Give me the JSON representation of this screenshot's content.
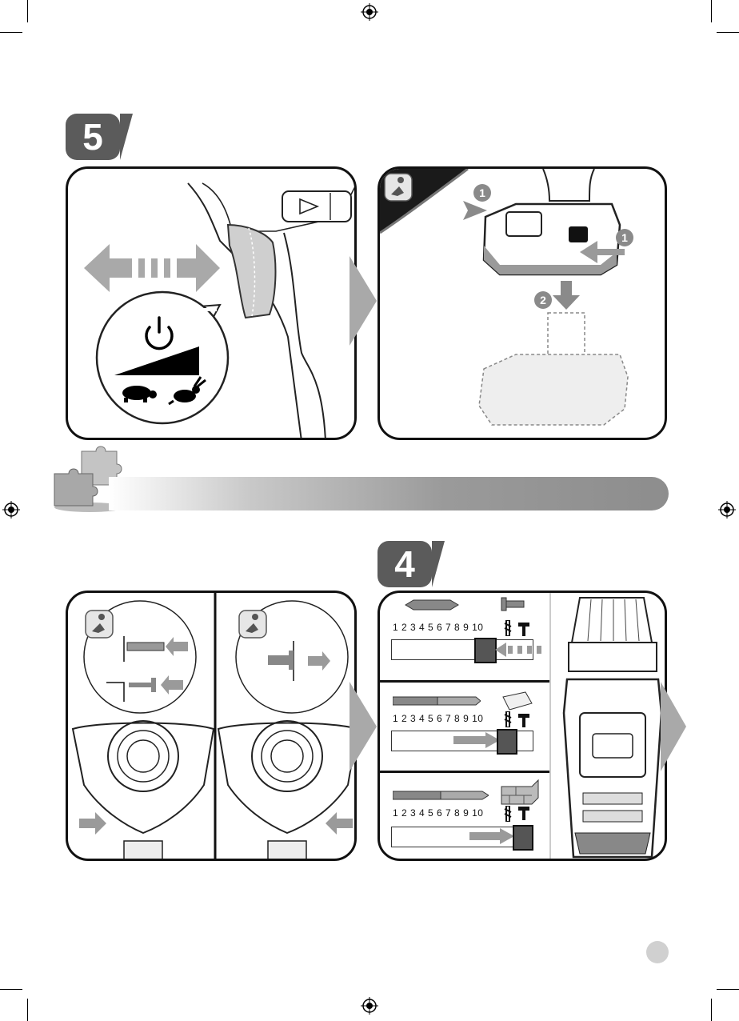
{
  "steps": {
    "top": {
      "number": "5"
    },
    "bottom": {
      "number": "4"
    }
  },
  "annotations": {
    "battery_press": "1",
    "battery_press_right": "1",
    "battery_slide": "2"
  },
  "torque_scales": [
    {
      "numbers": "1 2 3 4 5 6 7 8 9 10",
      "mode": "screwdriving"
    },
    {
      "numbers": "1 2 3 4 5 6 7 8 9 10",
      "mode": "drilling"
    },
    {
      "numbers": "1 2 3 4 5 6 7 8 9 10",
      "mode": "hammer"
    }
  ],
  "icons": {
    "power": "power-icon",
    "slow": "turtle-icon",
    "fast": "rabbit-icon",
    "info": "info-icon",
    "hammer": "hammer-icon",
    "drill": "drill-icon",
    "puzzle": "puzzle-icon"
  },
  "colors": {
    "badge": "#5b5b5b",
    "arrow_gray": "#a9a9a9",
    "panel_border": "#111111"
  }
}
